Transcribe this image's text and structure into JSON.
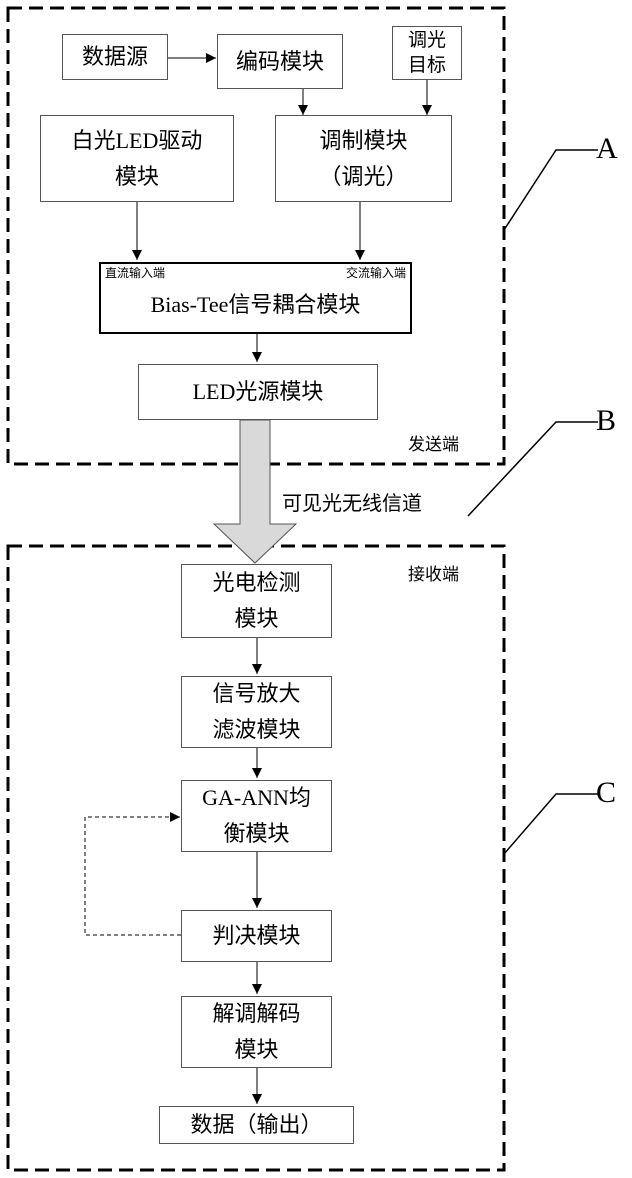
{
  "transmitter": {
    "data_source": "数据源",
    "encoder": "编码模块",
    "dimming_target": "调光\n目标",
    "led_driver": "白光LED驱动\n模块",
    "modulator": "调制模块\n（调光）",
    "bias_tee": {
      "dc_port": "直流输入端",
      "ac_port": "交流输入端",
      "title": "Bias-Tee信号耦合模块"
    },
    "led_source": "LED光源模块",
    "label": "发送端"
  },
  "channel": {
    "label": "可见光无线信道"
  },
  "receiver": {
    "label": "接收端",
    "photodetector": "光电检测\n模块",
    "amp_filter": "信号放大\n滤波模块",
    "equalizer": "GA-ANN均\n衡模块",
    "decision": "判决模块",
    "demod": "解调解码\n模块",
    "output": "数据（输出）"
  },
  "callouts": {
    "a": "A",
    "b": "B",
    "c": "C"
  },
  "colors": {
    "line": "#000000",
    "box_border": "#555555",
    "channel_arrow_fill": "#d9d9d9"
  }
}
